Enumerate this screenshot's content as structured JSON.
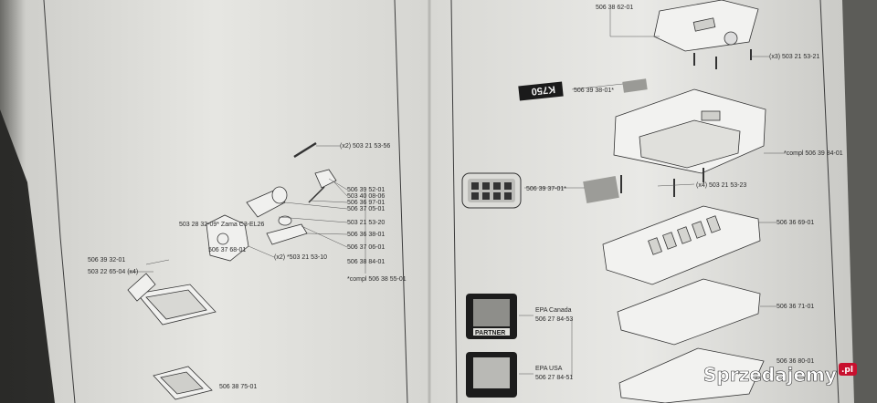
{
  "left_page": {
    "part_labels": [
      "(x2) 503 21 53-56",
      "506 39 52-01",
      "503 40 08-06",
      "506 36 97-01",
      "506 37 05-01",
      "503 28 32-09* Zama C3-EL26",
      "503 21 53-20",
      "506 36 38-01",
      "506 37 68-01",
      "506 37 06-01",
      "(x2) *503 21 53-10",
      "506 38 84-01",
      "506 39 32-01",
      "503 22 65-04 (x4)",
      "*compl 506 38 55-01",
      "506 38 75-01"
    ]
  },
  "right_page": {
    "part_labels": [
      "506 38 62-01",
      "(x3) 503 21 53-21",
      "506 39 38-01*",
      "*compl 506 39 84-01",
      "506 39 37-01*",
      "(x4) 503 21 53-23",
      "506 36 69-01",
      "506 36 71-01",
      "EPA Canada",
      "506 27 84-53",
      "EPA USA",
      "506 27 84-51",
      "506 36 80-01"
    ],
    "decal_model": "K750",
    "decal_brand": "PARTNER"
  },
  "watermark": {
    "text": "Sprzedajemy",
    "suffix": ".pl"
  },
  "colors": {
    "paper": "#e8e8e5",
    "shadow": "#3a3a38",
    "ink": "#2b2b2b",
    "watermark_bg": "#c8102e"
  }
}
